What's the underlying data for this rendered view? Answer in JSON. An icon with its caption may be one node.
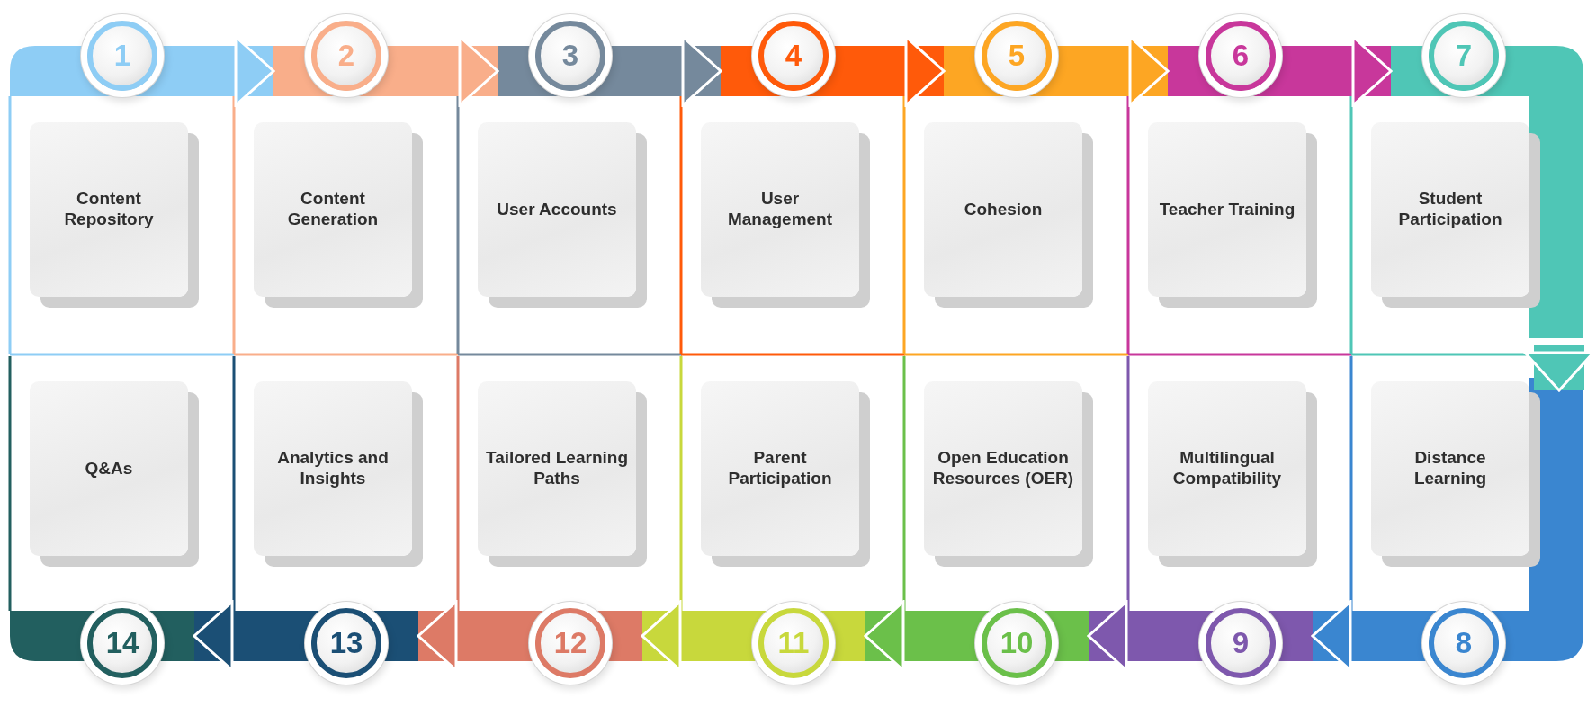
{
  "diagram": {
    "nodes": [
      {
        "text": [
          "1",
          "Content Repository"
        ]
      },
      {
        "text": [
          "2",
          "Content Generation"
        ]
      },
      {
        "text": [
          "3",
          "User Accounts"
        ]
      },
      {
        "text": [
          "4",
          "User Management"
        ]
      },
      {
        "text": [
          "5",
          "Cohesion"
        ]
      },
      {
        "text": [
          "6",
          "Teacher Training"
        ]
      },
      {
        "text": [
          "7",
          "Student Participation"
        ]
      },
      {
        "text": [
          "Distance Learning",
          "8"
        ]
      },
      {
        "text": [
          "Multilingual Compatibility",
          "9"
        ]
      },
      {
        "text": [
          "Open Education Resources (OER)",
          "10"
        ]
      },
      {
        "text": [
          "Parent Participation",
          "11"
        ]
      },
      {
        "text": [
          "Tailored Learning Paths",
          "12"
        ]
      },
      {
        "text": [
          "Analytics and Insights",
          "13"
        ]
      },
      {
        "text": [
          "Q&As",
          "14"
        ]
      }
    ],
    "edges": [
      {
        "from": 0,
        "to": 1,
        "arrow": "to",
        "color": "#8ecdf5"
      },
      {
        "from": 1,
        "to": 2,
        "arrow": "to",
        "color": "#f9ae8a"
      },
      {
        "from": 2,
        "to": 3,
        "arrow": "to",
        "color": "#75899c"
      },
      {
        "from": 3,
        "to": 4,
        "arrow": "to",
        "color": "#ff5a0a"
      },
      {
        "from": 4,
        "to": 5,
        "arrow": "to",
        "color": "#fda623"
      },
      {
        "from": 5,
        "to": 6,
        "arrow": "to",
        "color": "#c8379b"
      },
      {
        "from": 6,
        "to": 7,
        "arrow": "to",
        "color": "#4fc6b6"
      },
      {
        "from": 7,
        "to": 8,
        "arrow": "to",
        "color": "#3a86d0"
      },
      {
        "from": 8,
        "to": 9,
        "arrow": "to",
        "color": "#7e58ad"
      },
      {
        "from": 9,
        "to": 10,
        "arrow": "to",
        "color": "#6bc04a"
      },
      {
        "from": 10,
        "to": 11,
        "arrow": "to",
        "color": "#c8d83c"
      },
      {
        "from": 11,
        "to": 12,
        "arrow": "to",
        "color": "#dd7a66"
      },
      {
        "from": 12,
        "to": 13,
        "arrow": "to",
        "color": "#1b4f75"
      }
    ]
  }
}
